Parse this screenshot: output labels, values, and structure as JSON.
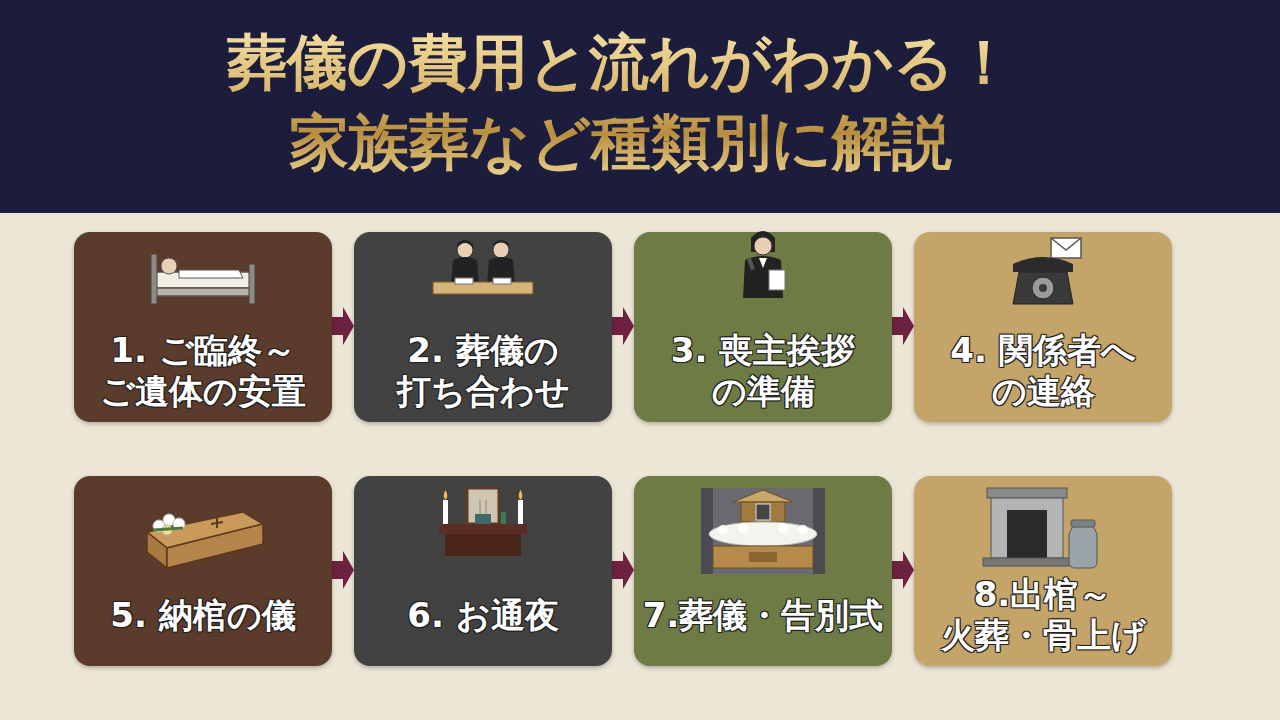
{
  "diagram": {
    "title": "葬儀の費用と流れがわかる！ 家族葬など種類別に解説",
    "nodes": [
      {
        "text": [
          "1. ご臨終～ ご遺体の安置"
        ]
      },
      {
        "text": [
          "2. 葬儀の 打ち合わせ"
        ]
      },
      {
        "text": [
          "3. 喪主挨拶 の準備"
        ]
      },
      {
        "text": [
          "4. 関係者へ の連絡"
        ]
      },
      {
        "text": [
          "5. 納棺の儀"
        ]
      },
      {
        "text": [
          "6. お通夜"
        ]
      },
      {
        "text": [
          "7.葬儀・告別式"
        ]
      },
      {
        "text": [
          "8.出棺～ 火葬・骨上げ"
        ]
      }
    ],
    "edges": [
      {
        "from": 0,
        "to": 1,
        "arrow": "to"
      },
      {
        "from": 1,
        "to": 2,
        "arrow": "to"
      },
      {
        "from": 2,
        "to": 3,
        "arrow": "to"
      },
      {
        "from": 4,
        "to": 5,
        "arrow": "to"
      },
      {
        "from": 5,
        "to": 6,
        "arrow": "to"
      },
      {
        "from": 6,
        "to": 7,
        "arrow": "to"
      }
    ]
  }
}
